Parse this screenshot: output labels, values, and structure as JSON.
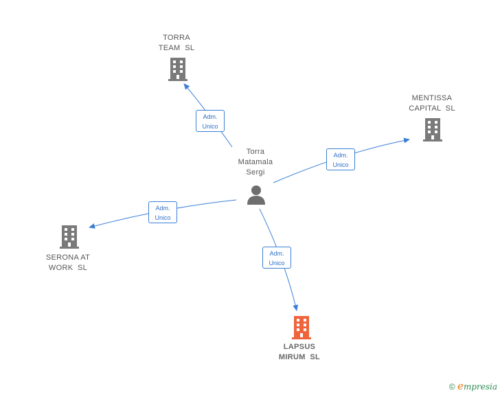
{
  "colors": {
    "edge": "#3a7fd6",
    "company": "#7a7a7a",
    "focus_company": "#f0643c",
    "person": "#6e6e6e"
  },
  "person": {
    "label": "Torra\nMatamala\nSergi",
    "icon": "person-icon"
  },
  "companies": [
    {
      "key": "torra-team",
      "label": "TORRA\nTEAM  SL",
      "icon": "building-icon",
      "focus": false
    },
    {
      "key": "mentissa-capital",
      "label": "MENTISSA\nCAPITAL  SL",
      "icon": "building-icon",
      "focus": false
    },
    {
      "key": "serona-at-work",
      "label": "SERONA AT\nWORK  SL",
      "icon": "building-icon",
      "focus": false
    },
    {
      "key": "lapsus-mirum",
      "label": "LAPSUS\nMIRUM  SL",
      "icon": "building-icon",
      "focus": true
    }
  ],
  "relations": [
    {
      "to": "torra-team",
      "line1": "Adm.",
      "line2": "Unico"
    },
    {
      "to": "mentissa-capital",
      "line1": "Adm.",
      "line2": "Unico"
    },
    {
      "to": "serona-at-work",
      "line1": "Adm.",
      "line2": "Unico"
    },
    {
      "to": "lapsus-mirum",
      "line1": "Adm.",
      "line2": "Unico"
    }
  ],
  "footer": {
    "copyright": "©",
    "brand_initial": "e",
    "brand_rest": "mpresia"
  }
}
